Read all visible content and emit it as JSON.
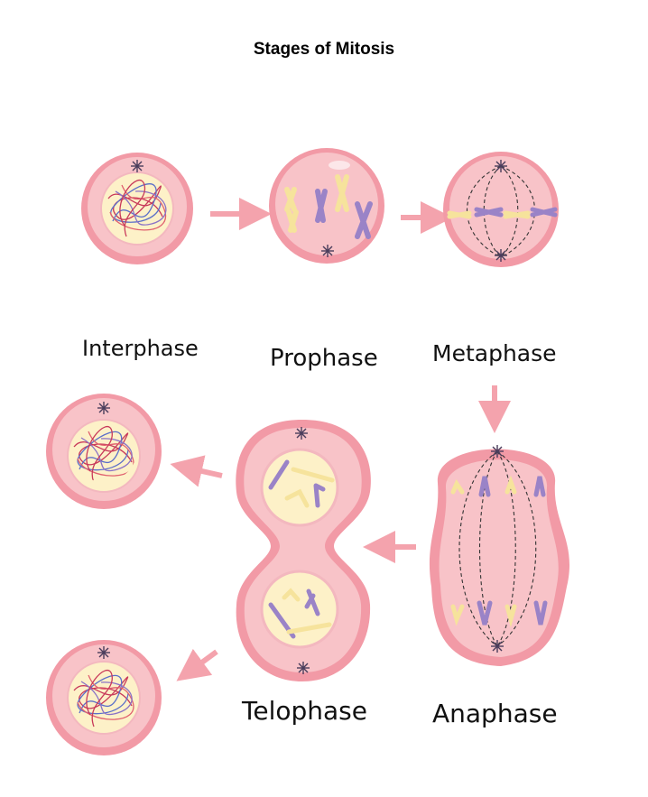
{
  "title": "Stages of Mitosis",
  "stages": {
    "interphase": "Interphase",
    "prophase": "Prophase",
    "metaphase": "Metaphase",
    "anaphase": "Anaphase",
    "telophase": "Telophase"
  },
  "colors": {
    "cell_outer": "#f29aa6",
    "cell_inner": "#f8c3c8",
    "nucleus": "#fdf1c8",
    "arrow": "#f4a3ad",
    "chromosome_yellow": "#f6e39c",
    "chromosome_purple": "#9a83c7",
    "centrosome": "#4a3d5c"
  }
}
